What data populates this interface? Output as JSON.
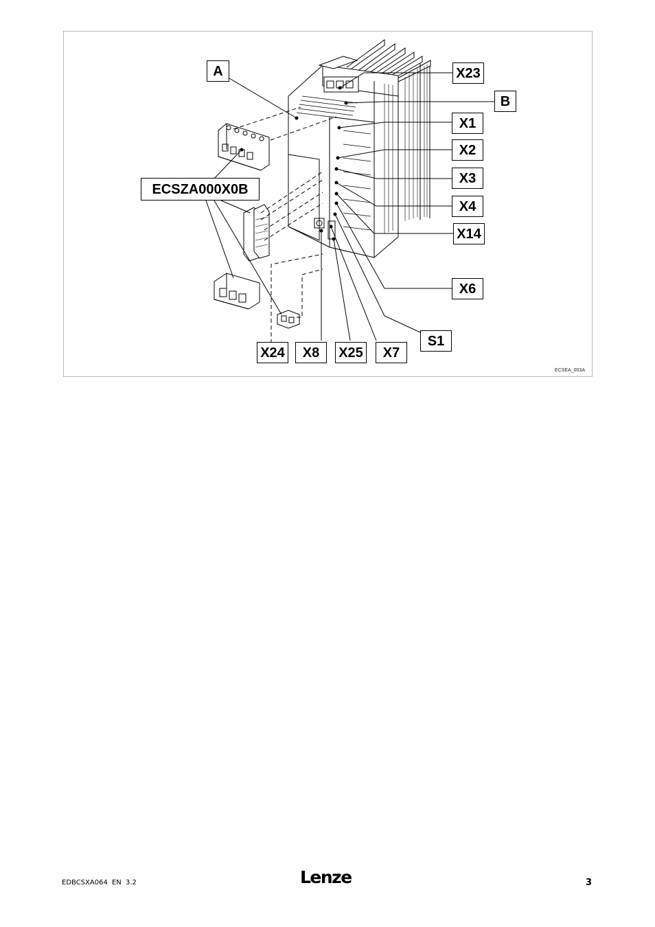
{
  "figure": {
    "image_code": "ECSEA_003A",
    "callouts": {
      "a": "A",
      "b": "B",
      "x23": "X23",
      "x1": "X1",
      "x2": "X2",
      "x3": "X3",
      "x4": "X4",
      "x14": "X14",
      "x6": "X6",
      "s1": "S1",
      "x7": "X7",
      "x25": "X25",
      "x8": "X8",
      "x24": "X24",
      "accessory": "ECSZA000X0B"
    }
  },
  "footer": {
    "document_id": "EDBCSXA064  EN  3.2",
    "brand": "Lenze",
    "page_number": "3"
  }
}
